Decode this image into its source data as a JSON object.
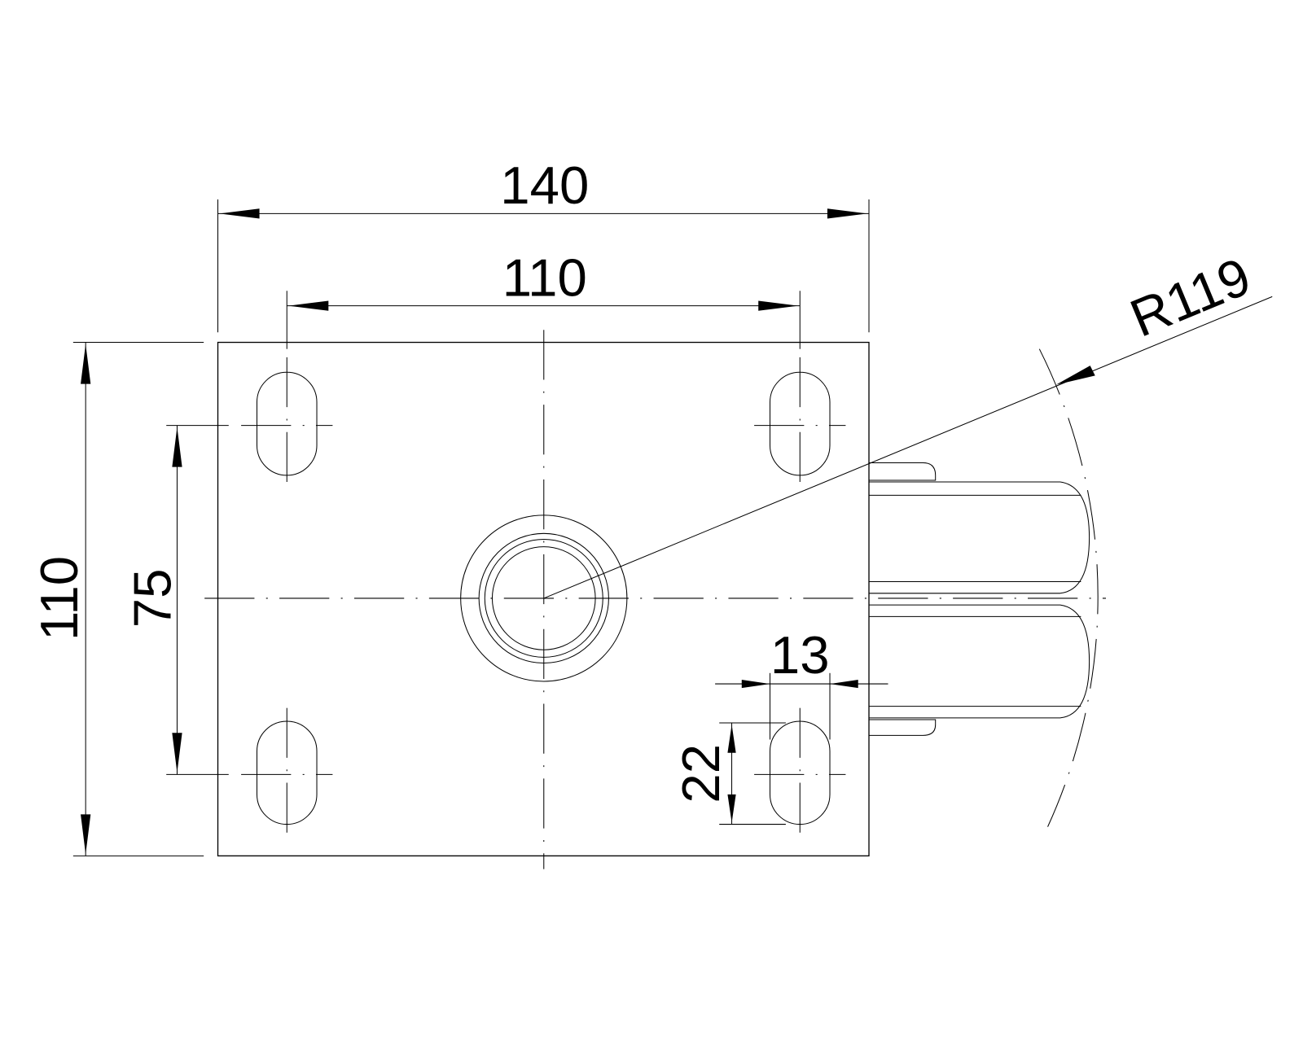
{
  "drawing": {
    "dimensions": {
      "overall_width": "140",
      "hole_spacing_x": "110",
      "overall_height": "110",
      "hole_spacing_y": "75",
      "slot_width": "13",
      "slot_length": "22",
      "swivel_radius": "R119"
    }
  }
}
